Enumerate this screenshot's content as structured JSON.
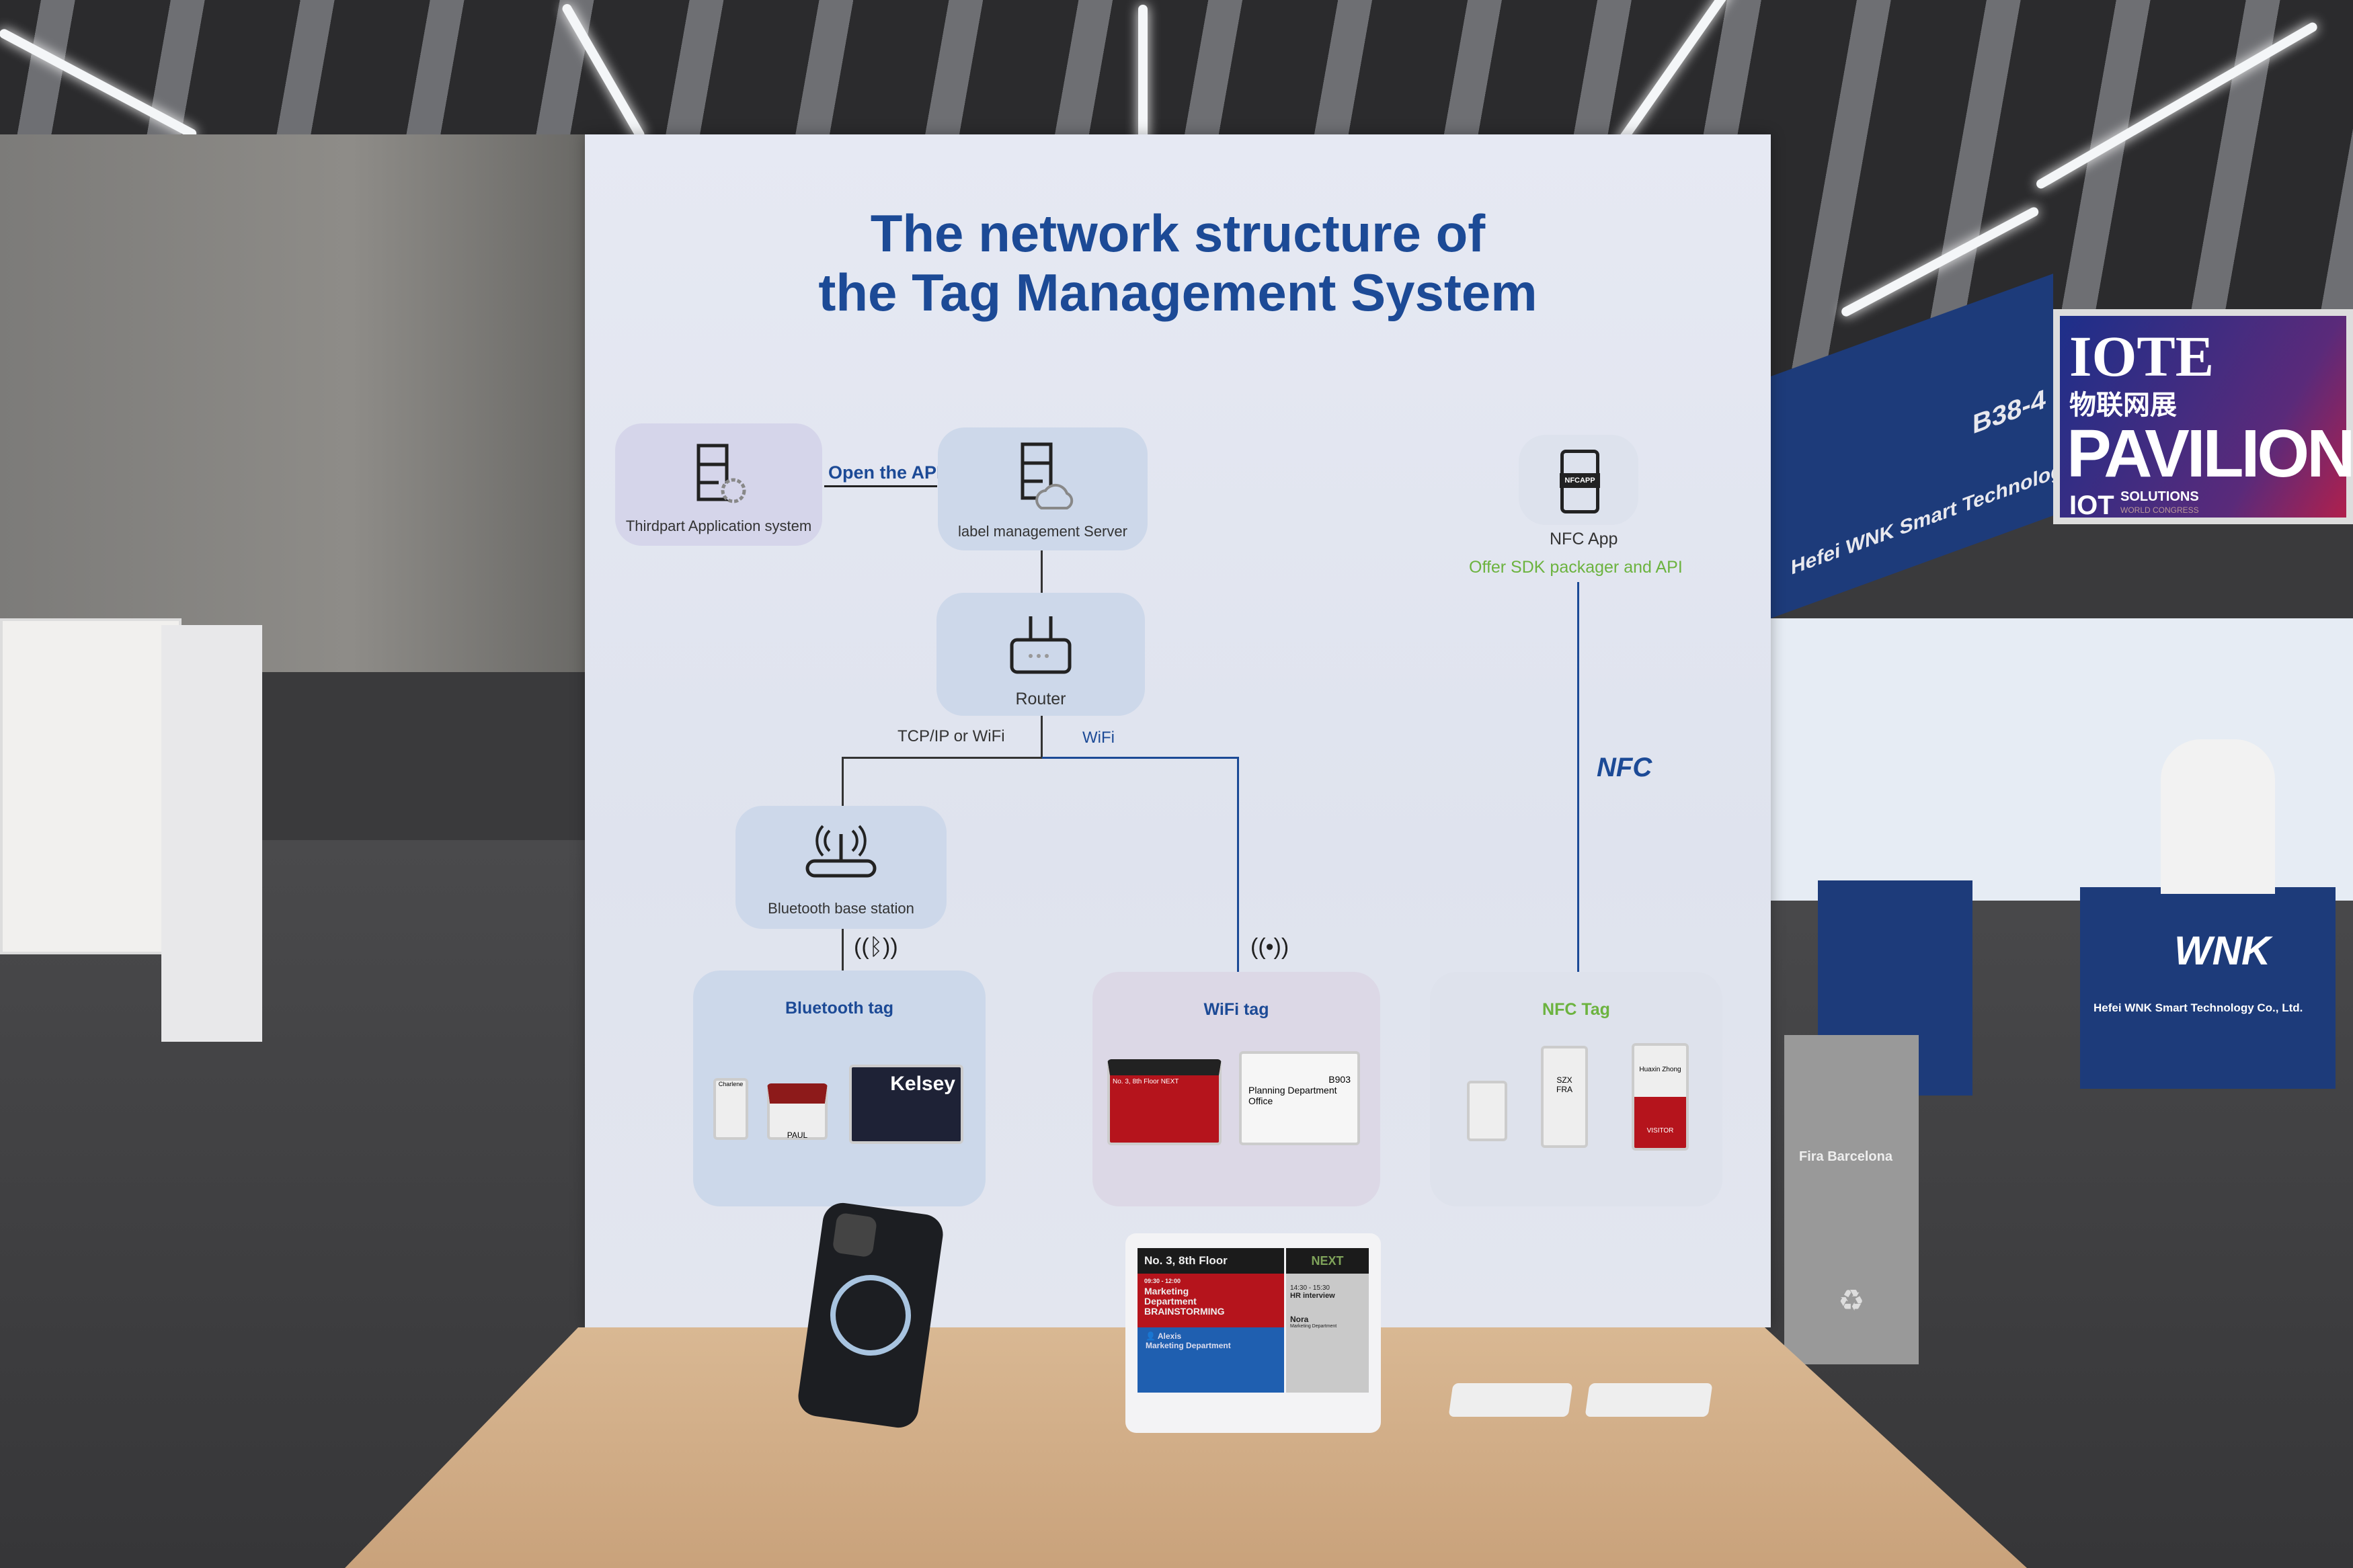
{
  "board": {
    "title_line1": "The network structure of",
    "title_line2": "the Tag Management System",
    "nodes": {
      "thirdpart": "Thirdpart Application system",
      "server": "label management Server",
      "router": "Router",
      "base_station": "Bluetooth base station",
      "nfc_app": "NFC App",
      "nfc_app_icon_text": "NFCAPP"
    },
    "links": {
      "open_api": "Open the API",
      "tcpip": "TCP/IP or WiFi",
      "wifi": "WiFi",
      "sdk": "Offer SDK packager and API",
      "nfc_logo": "NFC"
    },
    "tags": {
      "bluetooth": {
        "title": "Bluetooth tag",
        "samples": [
          "Charlene",
          "PAUL",
          "Kelsey"
        ]
      },
      "wifi": {
        "title": "WiFi tag",
        "samples": [
          "No. 3, 8th Floor",
          "NEXT",
          "B903",
          "Planning Department Office"
        ]
      },
      "nfc": {
        "title": "NFC Tag",
        "samples": [
          "SZX",
          "FRA",
          "Huaxin Zhong",
          "VISITOR"
        ]
      }
    }
  },
  "display": {
    "location": "No. 3, 8th Floor",
    "next_label": "NEXT",
    "time": "09:30 - 12:00",
    "meeting_line1": "Marketing",
    "meeting_line2": "Department",
    "meeting_line3": "BRAINSTORMING",
    "host": "Alexis",
    "host_dept": "Marketing Department",
    "next_time": "14:30 - 15:30",
    "next_meeting": "HR interview",
    "next_host": "Nora",
    "next_dept": "Marketing Department"
  },
  "booth": {
    "number": "B38-4",
    "company": "Hefei WNK Smart Technology Co., Ltd.",
    "brand": "WNK",
    "pavilion_line1": "IOTE",
    "pavilion_cn": "物联网展",
    "pavilion_line2": "PAVILION",
    "iot": "IOT",
    "iot_solutions": "SOLUTIONS",
    "iot_congress": "WORLD CONGRESS",
    "fira": "Fira Barcelona"
  },
  "colors": {
    "title_blue": "#1c4a96",
    "sdk_green": "#6cb33f",
    "tag_red": "#b5141c",
    "booth_navy": "#1d3b7a"
  }
}
